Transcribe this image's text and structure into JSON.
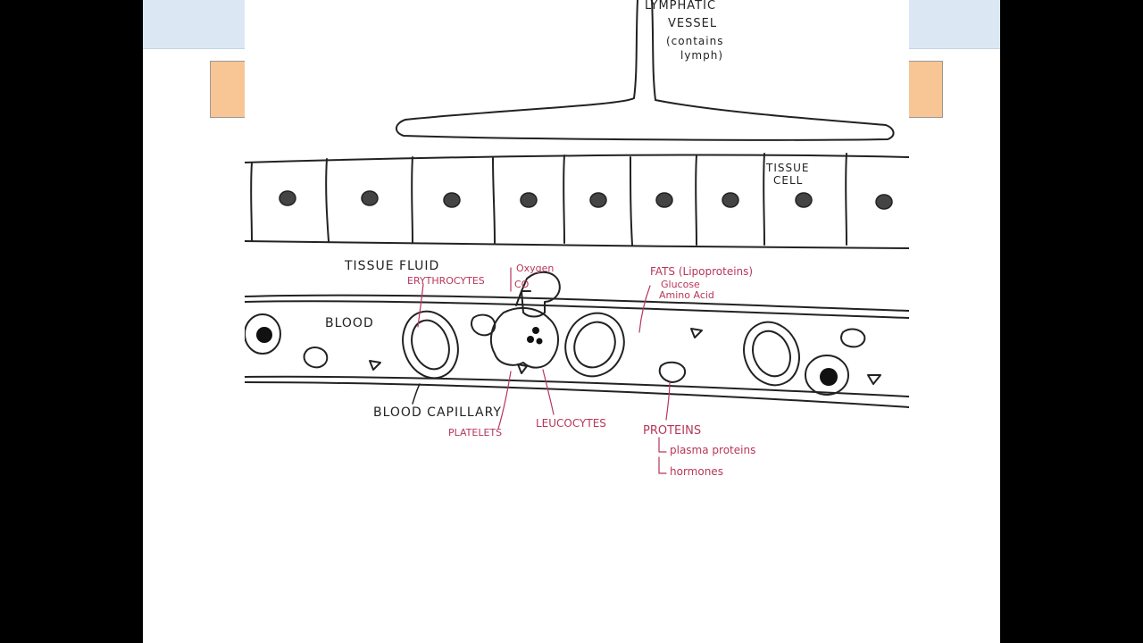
{
  "labels": {
    "lymphatic_vessel": "LYMPHATIC",
    "vessel": "VESSEL",
    "contains": "(contains",
    "lymph": "lymph)",
    "tissue_cell_1": "TISSUE",
    "tissue_cell_2": "CELL",
    "tissue_fluid": "TISSUE FLUID",
    "blood": "BLOOD",
    "blood_capillary": "BLOOD CAPILLARY"
  },
  "annotations": {
    "erythrocytes": "ERYTHROCYTES",
    "oxygen": "Oxygen",
    "co2": "CO",
    "fats": "FATS (Lipoproteins)",
    "glucose": "Glucose",
    "amino_acid": "Amino Acid",
    "platelets": "PLATELETS",
    "leucocytes": "LEUCOCYTES",
    "proteins": "PROTEINS",
    "plasma_proteins": "plasma proteins",
    "hormones": "hormones"
  },
  "colors": {
    "ink": "#222222",
    "annotation": "#b8365a",
    "header_bar": "#dbe8f4",
    "tab": "#f8c595"
  }
}
